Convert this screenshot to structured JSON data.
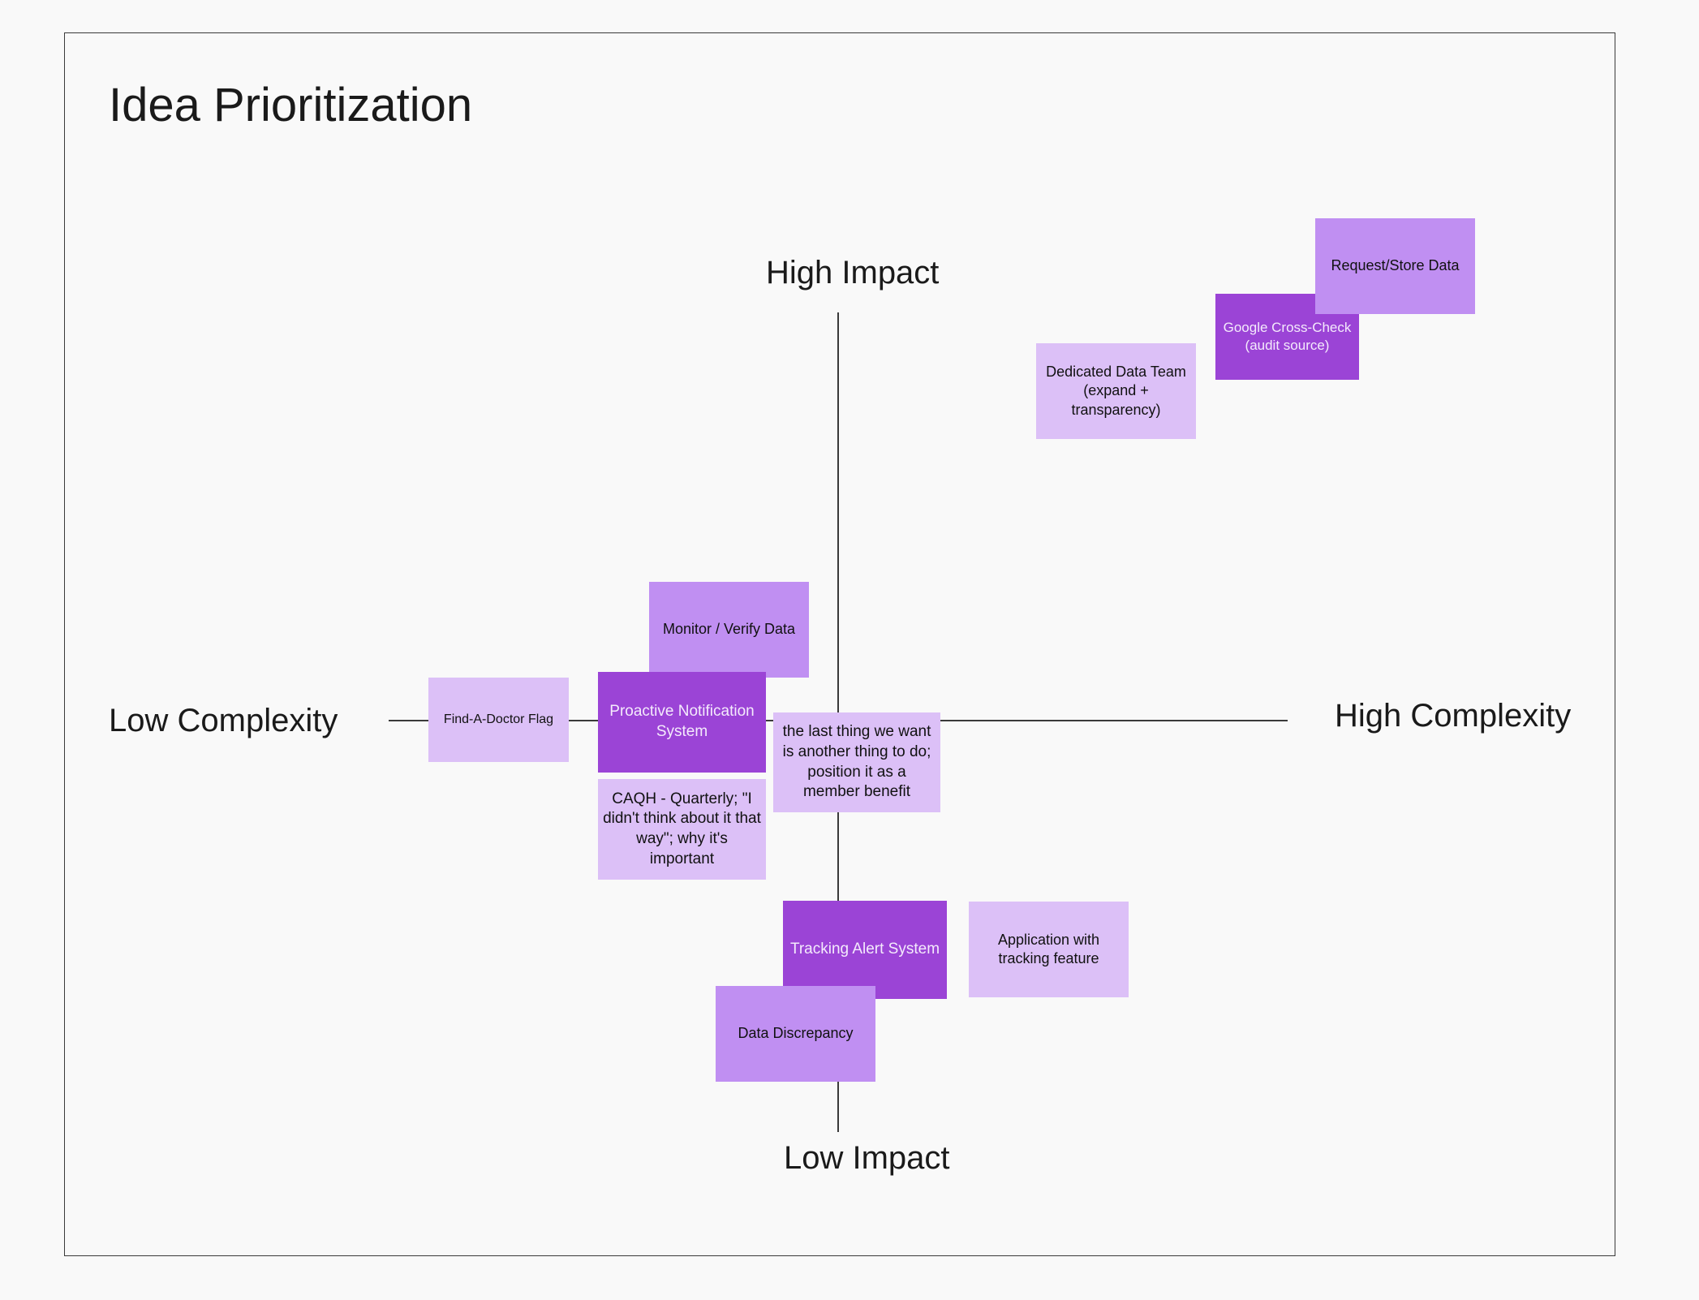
{
  "board": {
    "title": "Idea Prioritization",
    "axes": {
      "top": "High Impact",
      "bottom": "Low Impact",
      "left": "Low Complexity",
      "right": "High Complexity"
    }
  },
  "colors": {
    "light_note": "#dcc0f7",
    "mid_note": "#c08ff2",
    "dark_note": "#9b44d6",
    "axis_line": "#3a3a3a"
  },
  "notes": {
    "request_store": "Request/Store Data",
    "google_cross_check": "Google Cross-Check (audit source)",
    "dedicated_team": "Dedicated Data Team (expand + transparency)",
    "monitor_verify": "Monitor / Verify Data",
    "find_a_doctor": "Find-A-Doctor Flag",
    "proactive_notification": "Proactive Notification System",
    "member_benefit": "the last thing we want is another thing to do; position it as a member benefit",
    "caqh": "CAQH - Quarterly; \"I didn't think about it that way\"; why it's important",
    "tracking_alert": "Tracking Alert System",
    "application_tracking": "Application with tracking feature",
    "data_discrepancy": "Data Discrepancy"
  }
}
